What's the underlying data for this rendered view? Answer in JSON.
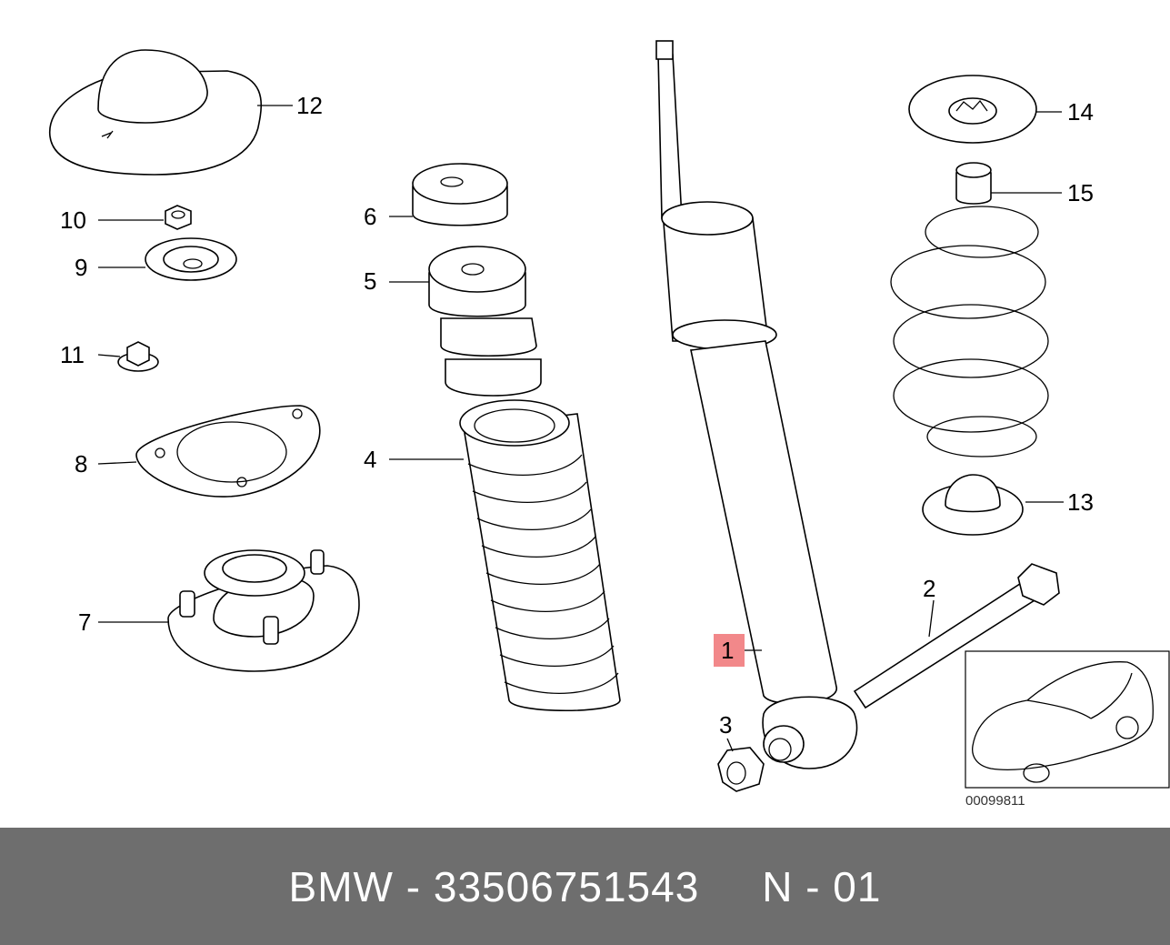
{
  "diagram": {
    "parts": [
      {
        "id": "1",
        "label": "1",
        "highlighted": true
      },
      {
        "id": "2",
        "label": "2"
      },
      {
        "id": "3",
        "label": "3"
      },
      {
        "id": "4",
        "label": "4"
      },
      {
        "id": "5",
        "label": "5"
      },
      {
        "id": "6",
        "label": "6"
      },
      {
        "id": "7",
        "label": "7"
      },
      {
        "id": "8",
        "label": "8"
      },
      {
        "id": "9",
        "label": "9"
      },
      {
        "id": "10",
        "label": "10"
      },
      {
        "id": "11",
        "label": "11"
      },
      {
        "id": "12",
        "label": "12"
      },
      {
        "id": "13",
        "label": "13"
      },
      {
        "id": "14",
        "label": "14"
      },
      {
        "id": "15",
        "label": "15"
      }
    ],
    "code": "00099811",
    "highlight_color": "#f2888a"
  },
  "footer": {
    "brand": "BMW",
    "part_number": "33506751543",
    "position": "N - 01",
    "background": "#6e6e6e"
  }
}
